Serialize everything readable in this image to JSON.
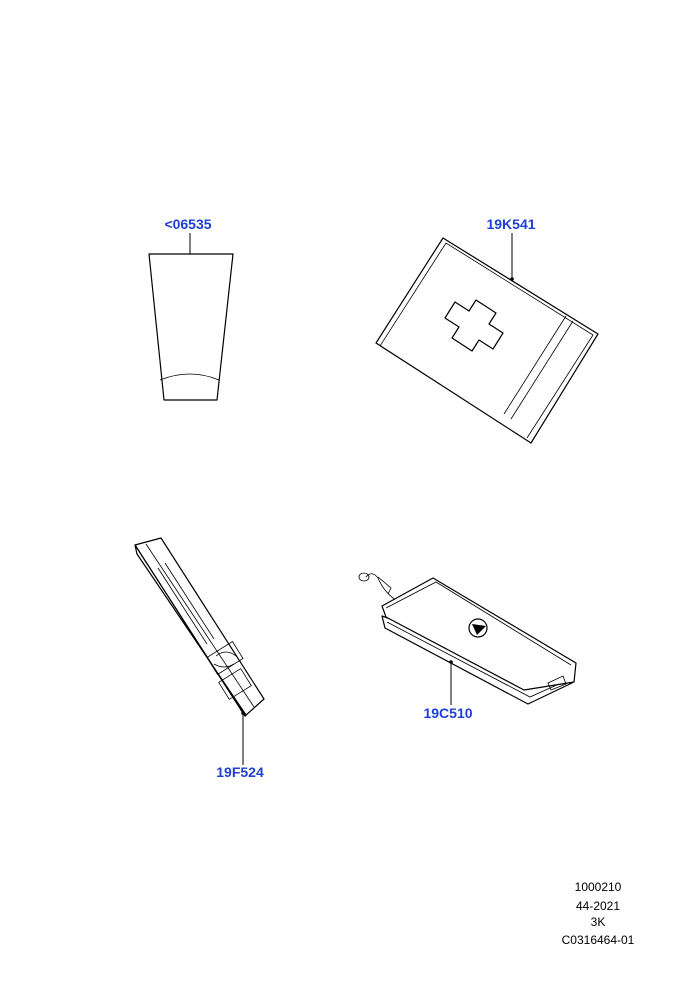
{
  "parts": {
    "tube": {
      "number": "<06535"
    },
    "first_aid_kit": {
      "number": "19K541"
    },
    "warning_light": {
      "number": "19F524"
    },
    "warning_triangle": {
      "number": "19C510"
    }
  },
  "reference": {
    "line1": "1000210",
    "line2": "44-2021",
    "line3": "3K",
    "line4": "C0316464-01"
  },
  "colors": {
    "label": "#1f3fd8",
    "line": "#000000"
  }
}
